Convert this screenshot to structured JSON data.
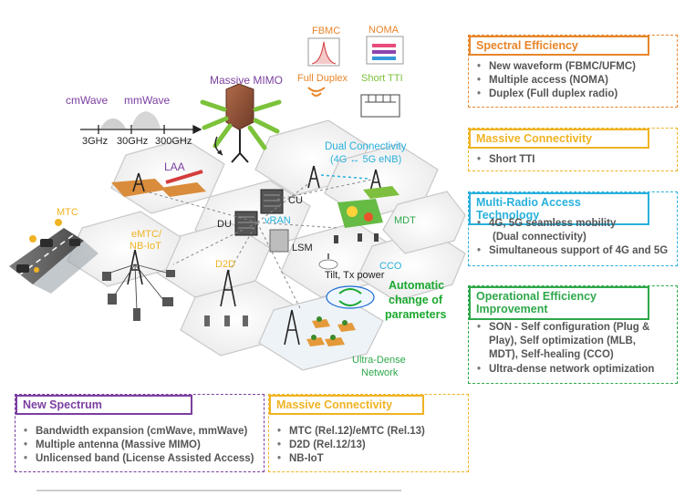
{
  "diagram": {
    "labels": {
      "cmwave": "cmWave",
      "mmwave": "mmWave",
      "freq_3": "3GHz",
      "freq_30": "30GHz",
      "freq_300": "300GHz",
      "massive_mimo": "Massive MIMO",
      "fbmc": "FBMC",
      "noma": "NOMA",
      "full_duplex": "Full Duplex",
      "short_tti": "Short TTI",
      "laa": "LAA",
      "dual_connectivity": "Dual Connectivity",
      "dual_connectivity_sub": "(4G ↔ 5G eNB)",
      "cu": "CU",
      "du": "DU",
      "vran": "vRAN",
      "lsm": "LSM",
      "mdt": "MDT",
      "cco": "CCO",
      "tilt": "Tilt, Tx power",
      "auto_change_1": "Automatic",
      "auto_change_2": "change of",
      "auto_change_3": "parameters",
      "mtc": "MTC",
      "emtc_1": "eMTC/",
      "emtc_2": "NB-IoT",
      "d2d": "D2D",
      "ultra_dense_1": "Ultra-Dense",
      "ultra_dense_2": "Network"
    },
    "colors": {
      "orange": "#e8852a",
      "yellow": "#f0b323",
      "cyan": "#29b0dc",
      "green": "#2ea84a",
      "purple": "#7b3fa0",
      "bright_green": "#1aa82e",
      "gray_text": "#555555"
    },
    "icons": [
      "antenna-tower-icon",
      "server-rack-icon",
      "massive-mimo-array-icon",
      "car-icon",
      "sensor-icon",
      "phone-icon"
    ]
  },
  "boxes": {
    "spectral": {
      "title": "Spectral Efficiency",
      "items": [
        "New waveform (FBMC/UFMC)",
        "Multiple access (NOMA)",
        "Duplex (Full duplex radio)"
      ]
    },
    "massive_right": {
      "title": "Massive Connectivity",
      "items": [
        "Short TTI"
      ]
    },
    "multi_rat": {
      "title": "Multi-Radio Access Technology",
      "items": [
        "4G, 5G seamless mobility",
        "(Dual connectivity)",
        "Simultaneous support of 4G and 5G"
      ]
    },
    "operational": {
      "title_1": "Operational Efficiency",
      "title_2": "Improvement",
      "items": [
        "SON - Self configuration (Plug &",
        "Play), Self optimization (MLB,",
        "MDT), Self-healing (CCO)",
        "Ultra-dense network optimization"
      ]
    },
    "new_spectrum": {
      "title": "New Spectrum",
      "items": [
        "Bandwidth expansion (cmWave, mmWave)",
        "Multiple antenna (Massive MIMO)",
        "Unlicensed band (License Assisted Access)"
      ]
    },
    "massive_bottom": {
      "title": "Massive Connectivity",
      "items": [
        "MTC (Rel.12)/eMTC (Rel.13)",
        "D2D (Rel.12/13)",
        "NB-IoT"
      ]
    }
  }
}
